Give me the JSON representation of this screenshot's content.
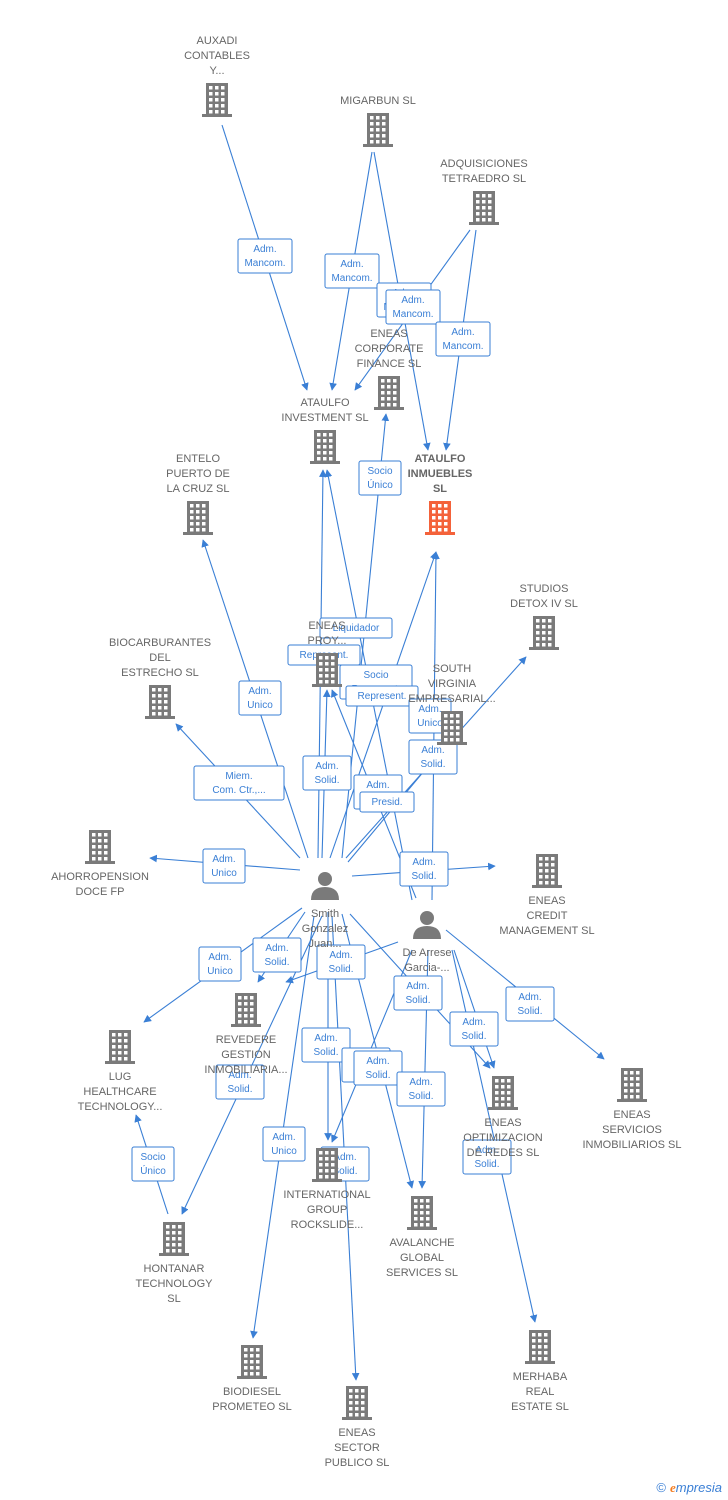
{
  "colors": {
    "edge": "#3a7fd5",
    "company": "#7a7a7a",
    "focus_company": "#f4623a",
    "person": "#7a7a7a"
  },
  "nodes": [
    {
      "id": "auxadi",
      "kind": "company",
      "label": [
        "AUXADI",
        "CONTABLES",
        "Y..."
      ]
    },
    {
      "id": "migarbun",
      "kind": "company",
      "label": [
        "MIGARBUN SL"
      ]
    },
    {
      "id": "adquisiciones",
      "kind": "company",
      "label": [
        "ADQUISICIONES",
        "TETRAEDRO SL"
      ]
    },
    {
      "id": "eneas_corp",
      "kind": "company",
      "label": [
        "ENEAS",
        "CORPORATE",
        "FINANCE SL"
      ]
    },
    {
      "id": "ataulfo_inv",
      "kind": "company",
      "label": [
        "ATAULFO",
        "INVESTMENT SL"
      ]
    },
    {
      "id": "ataulfo_inm",
      "kind": "focus",
      "label": [
        "ATAULFO",
        "INMUEBLES",
        "SL"
      ]
    },
    {
      "id": "entelo",
      "kind": "company",
      "label": [
        "ENTELO",
        "PUERTO DE",
        "LA CRUZ  SL"
      ]
    },
    {
      "id": "studios",
      "kind": "company",
      "label": [
        "STUDIOS",
        "DETOX IV  SL"
      ]
    },
    {
      "id": "eneas_proy",
      "kind": "company",
      "label": [
        "ENEAS",
        "PROY..."
      ]
    },
    {
      "id": "south",
      "kind": "company",
      "label": [
        "SOUTH",
        "VIRGINIA",
        "EMPRESARIAL..."
      ]
    },
    {
      "id": "biocarb",
      "kind": "company",
      "label": [
        "BIOCARBURANTES",
        "DEL",
        "ESTRECHO SL"
      ]
    },
    {
      "id": "ahorro",
      "kind": "company",
      "label": [
        "AHORROPENSION",
        "DOCE FP"
      ]
    },
    {
      "id": "eneas_credit",
      "kind": "company",
      "label": [
        "ENEAS",
        "CREDIT",
        "MANAGEMENT SL"
      ]
    },
    {
      "id": "smith",
      "kind": "person",
      "label": [
        "Smith",
        "Gonzalez",
        "Juan..."
      ]
    },
    {
      "id": "dearrese",
      "kind": "person",
      "label": [
        "De Arrese",
        "Garcia-..."
      ]
    },
    {
      "id": "revedere",
      "kind": "company",
      "label": [
        "REVEDERE",
        "GESTION",
        "INMOBILIARIA..."
      ]
    },
    {
      "id": "lug",
      "kind": "company",
      "label": [
        "LUG",
        "HEALTHCARE",
        "TECHNOLOGY..."
      ]
    },
    {
      "id": "eneas_serv",
      "kind": "company",
      "label": [
        "ENEAS",
        "SERVICIOS",
        "INMOBILIARIOS SL"
      ]
    },
    {
      "id": "eneas_opt",
      "kind": "company",
      "label": [
        "ENEAS",
        "OPTIMIZACION",
        "DE REDES SL"
      ]
    },
    {
      "id": "intl",
      "kind": "company",
      "label": [
        "INTERNATIONAL",
        "GROUP",
        "ROCKSLIDE..."
      ]
    },
    {
      "id": "avalanche",
      "kind": "company",
      "label": [
        "AVALANCHE",
        "GLOBAL",
        "SERVICES  SL"
      ]
    },
    {
      "id": "hontanar",
      "kind": "company",
      "label": [
        "HONTANAR",
        "TECHNOLOGY",
        "SL"
      ]
    },
    {
      "id": "biodiesel",
      "kind": "company",
      "label": [
        "BIODIESEL",
        "PROMETEO SL"
      ]
    },
    {
      "id": "merhaba",
      "kind": "company",
      "label": [
        "MERHABA",
        "REAL",
        "ESTATE  SL"
      ]
    },
    {
      "id": "eneas_sector",
      "kind": "company",
      "label": [
        "ENEAS",
        "SECTOR",
        "PUBLICO SL"
      ]
    }
  ],
  "edges": [
    {
      "from": "auxadi",
      "to": "ataulfo_inv"
    },
    {
      "from": "migarbun",
      "to": "ataulfo_inv"
    },
    {
      "from": "migarbun",
      "to": "ataulfo_inm"
    },
    {
      "from": "adquisiciones",
      "to": "ataulfo_inv"
    },
    {
      "from": "adquisiciones",
      "to": "ataulfo_inm"
    },
    {
      "from": "smith",
      "to": "eneas_corp"
    },
    {
      "from": "smith",
      "to": "ataulfo_inv"
    },
    {
      "from": "smith",
      "to": "ataulfo_inm"
    },
    {
      "from": "smith",
      "to": "entelo"
    },
    {
      "from": "smith",
      "to": "eneas_proy"
    },
    {
      "from": "smith",
      "to": "biocarb"
    },
    {
      "from": "smith",
      "to": "ahorro"
    },
    {
      "from": "smith",
      "to": "eneas_credit"
    },
    {
      "from": "smith",
      "to": "lug"
    },
    {
      "from": "smith",
      "to": "revedere"
    },
    {
      "from": "smith",
      "to": "intl"
    },
    {
      "from": "smith",
      "to": "biodiesel"
    },
    {
      "from": "smith",
      "to": "eneas_sector"
    },
    {
      "from": "smith",
      "to": "avalanche"
    },
    {
      "from": "smith",
      "to": "eneas_opt"
    },
    {
      "from": "smith",
      "to": "hontanar"
    },
    {
      "from": "smith",
      "to": "studios"
    },
    {
      "from": "smith",
      "to": "south"
    },
    {
      "from": "dearrese",
      "to": "ataulfo_inv"
    },
    {
      "from": "dearrese",
      "to": "ataulfo_inm"
    },
    {
      "from": "dearrese",
      "to": "eneas_proy"
    },
    {
      "from": "dearrese",
      "to": "eneas_serv"
    },
    {
      "from": "dearrese",
      "to": "eneas_opt"
    },
    {
      "from": "dearrese",
      "to": "merhaba"
    },
    {
      "from": "dearrese",
      "to": "avalanche"
    },
    {
      "from": "dearrese",
      "to": "intl"
    },
    {
      "from": "dearrese",
      "to": "revedere"
    },
    {
      "from": "hontanar",
      "to": "lug"
    }
  ],
  "relations": [
    {
      "id": "r1",
      "lines": [
        "Adm.",
        "Mancom."
      ]
    },
    {
      "id": "r2",
      "lines": [
        "Adm.",
        "Mancom."
      ]
    },
    {
      "id": "r3",
      "lines": [
        "Adm.",
        "Mancom."
      ]
    },
    {
      "id": "r4",
      "lines": [
        "Adm.",
        "Mancom."
      ]
    },
    {
      "id": "r5",
      "lines": [
        "Adm.",
        "Mancom."
      ]
    },
    {
      "id": "r6",
      "lines": [
        "Socio",
        "Único"
      ]
    },
    {
      "id": "r7",
      "lines": [
        "Liquidador"
      ]
    },
    {
      "id": "r8",
      "lines": [
        "Represent."
      ]
    },
    {
      "id": "r9",
      "lines": [
        "Socio",
        "Represent."
      ]
    },
    {
      "id": "r10",
      "lines": [
        "Represent."
      ]
    },
    {
      "id": "r11",
      "lines": [
        "Adm.",
        "Unico"
      ]
    },
    {
      "id": "r12",
      "lines": [
        "Adm.",
        "Unico"
      ]
    },
    {
      "id": "r13",
      "lines": [
        "Adm.",
        "Solid."
      ]
    },
    {
      "id": "r14",
      "lines": [
        "Adm.",
        "Solid."
      ]
    },
    {
      "id": "r15",
      "lines": [
        "Adm.",
        "Solid."
      ]
    },
    {
      "id": "r16",
      "lines": [
        "Presid."
      ]
    },
    {
      "id": "r17",
      "lines": [
        "Miem.",
        "Com. Ctr.,..."
      ]
    },
    {
      "id": "r18",
      "lines": [
        "Adm.",
        "Unico"
      ]
    },
    {
      "id": "r19",
      "lines": [
        "Adm.",
        "Unico"
      ]
    },
    {
      "id": "r20",
      "lines": [
        "Adm.",
        "Solid."
      ]
    },
    {
      "id": "r21",
      "lines": [
        "Adm.",
        "Solid."
      ]
    },
    {
      "id": "r22",
      "lines": [
        "Adm.",
        "Solid."
      ]
    },
    {
      "id": "r23",
      "lines": [
        "Adm.",
        "Solid."
      ]
    },
    {
      "id": "r24",
      "lines": [
        "Adm.",
        "Solid."
      ]
    },
    {
      "id": "r25",
      "lines": [
        "Adm.",
        "Solid."
      ]
    },
    {
      "id": "r26",
      "lines": [
        "Adm.",
        "Solid."
      ]
    },
    {
      "id": "r27",
      "lines": [
        "Adm.",
        "Solid."
      ]
    },
    {
      "id": "r28",
      "lines": [
        "Adm.",
        "Solid."
      ]
    },
    {
      "id": "r29",
      "lines": [
        "Adm.",
        "Solid."
      ]
    },
    {
      "id": "r30",
      "lines": [
        "Adm.",
        "Solid."
      ]
    },
    {
      "id": "r31",
      "lines": [
        "Adm.",
        "Solid."
      ]
    },
    {
      "id": "r32",
      "lines": [
        "Socio",
        "Único"
      ]
    },
    {
      "id": "r33",
      "lines": [
        "Adm.",
        "Unico"
      ]
    },
    {
      "id": "r34",
      "lines": [
        "Adm.",
        "Solid."
      ]
    }
  ],
  "footer": {
    "copyright": "©",
    "brand_initial": "e",
    "brand_rest": "mpresia"
  }
}
